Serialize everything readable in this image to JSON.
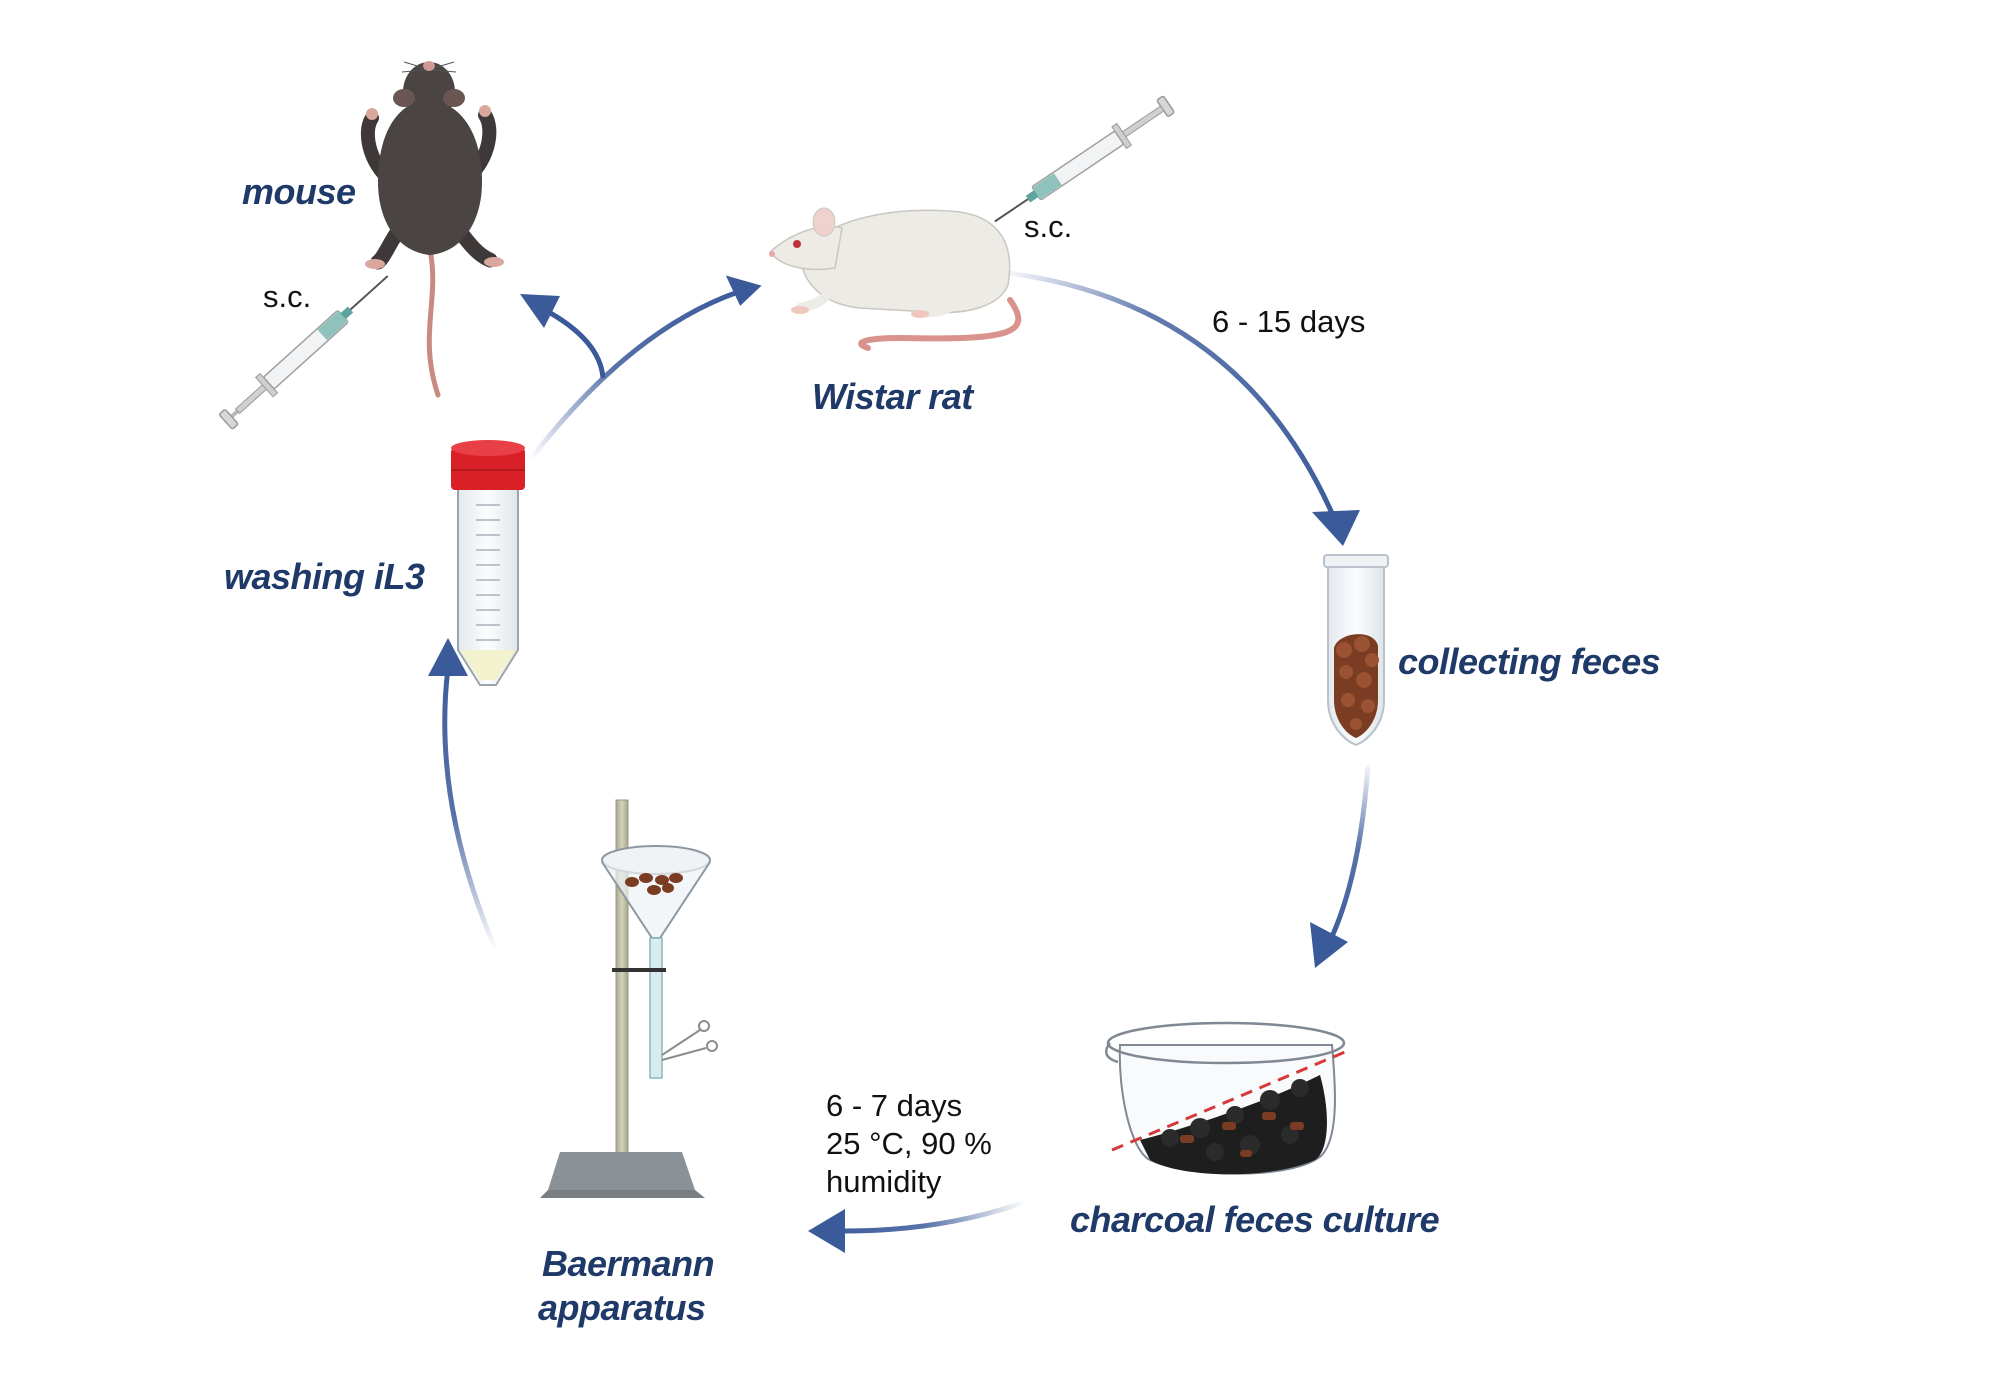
{
  "labels": {
    "mouse": "mouse",
    "wistar_rat": "Wistar rat",
    "collecting_feces": "collecting feces",
    "charcoal_feces_culture": "charcoal feces culture",
    "baermann_line1": "Baermann",
    "baermann_line2": "apparatus",
    "washing_il3": "washing iL3"
  },
  "annotations": {
    "sc_mouse": "s.c.",
    "sc_rat": "s.c.",
    "rat_to_feces_duration": "6 - 15 days",
    "culture_line1": "6 - 7 days",
    "culture_line2": "25 °C, 90 %",
    "culture_line3": "humidity"
  },
  "colors": {
    "arrow": "#3a5a9a",
    "label_text": "#1f3a68",
    "tube_cap": "#d92027",
    "feces": "#7a3c22",
    "charcoal": "#1e1e1e"
  },
  "icons": [
    "mouse-icon",
    "rat-icon",
    "syringe-icon",
    "feces-tube-icon",
    "beaker-icon",
    "baermann-funnel-icon",
    "falcon-tube-icon"
  ]
}
